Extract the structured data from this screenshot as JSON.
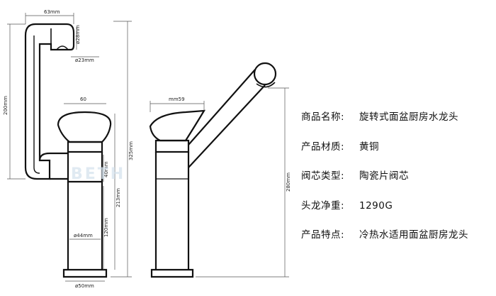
{
  "dimensions": {
    "spout_length": "63mm",
    "spout_outlet_diameter": "ø28mm",
    "spout_pipe_diameter": "ø23mm",
    "total_height_left": "200mm",
    "handle_width": "60",
    "handle_height": "40mm",
    "body_height": "213mm",
    "overall_height": "325mm",
    "lower_body_height": "120mm",
    "body_diameter": "ø44mm",
    "base_diameter": "ø50mm",
    "handle_top_width": "mm59",
    "spout_height_side": "280mm"
  },
  "watermark": "BETH",
  "specs": [
    {
      "label": "商品名称:",
      "value": "旋转式面盆厨房水龙头"
    },
    {
      "label": "产品材质:",
      "value": "黄铜"
    },
    {
      "label": "阀芯类型:",
      "value": "陶瓷片阀芯"
    },
    {
      "label": "头龙净重:",
      "value": "1290G"
    },
    {
      "label": "产品特点:",
      "value": "冷热水适用面盆厨房龙头"
    }
  ],
  "colors": {
    "line": "#111111",
    "dim_line": "#555555",
    "background": "#ffffff"
  }
}
